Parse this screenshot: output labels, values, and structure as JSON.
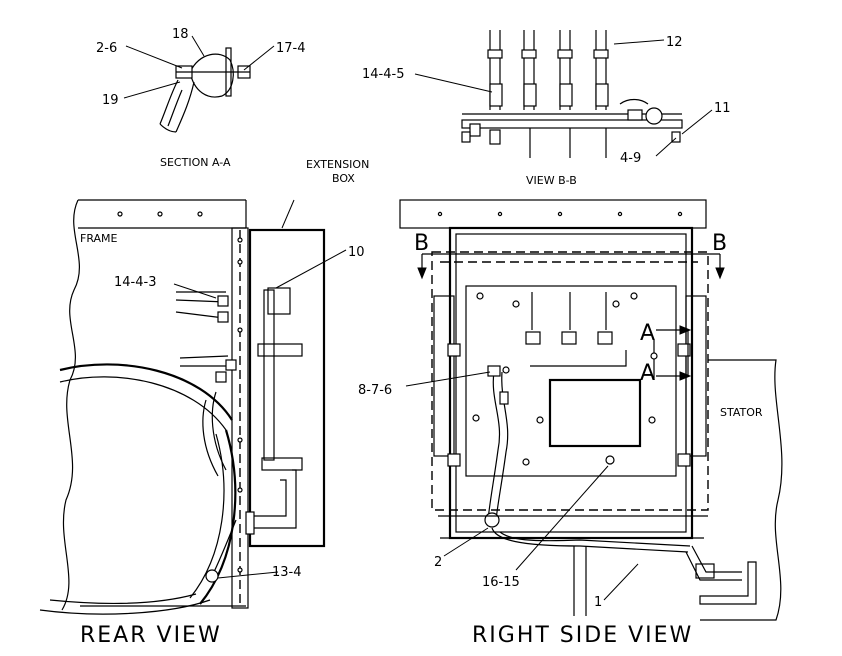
{
  "views": {
    "section_aa": "SECTION A-A",
    "view_bb": "VIEW B-B",
    "rear": "REAR VIEW",
    "right_side": "RIGHT SIDE VIEW"
  },
  "labels": {
    "extension_box_1": "EXTENSION",
    "extension_box_2": "BOX",
    "frame": "FRAME",
    "stator": "STATOR",
    "section_mark_b": "B",
    "section_mark_a": "A"
  },
  "callouts": {
    "c_2_6": "2-6",
    "c_18": "18",
    "c_17_4": "17-4",
    "c_19": "19",
    "c_14_4_5": "14-4-5",
    "c_12": "12",
    "c_11": "11",
    "c_4_9": "4-9",
    "c_10": "10",
    "c_14_4_3": "14-4-3",
    "c_13_4": "13-4",
    "c_8_7_6": "8-7-6",
    "c_2": "2",
    "c_16_15": "16-15",
    "c_1": "1"
  }
}
